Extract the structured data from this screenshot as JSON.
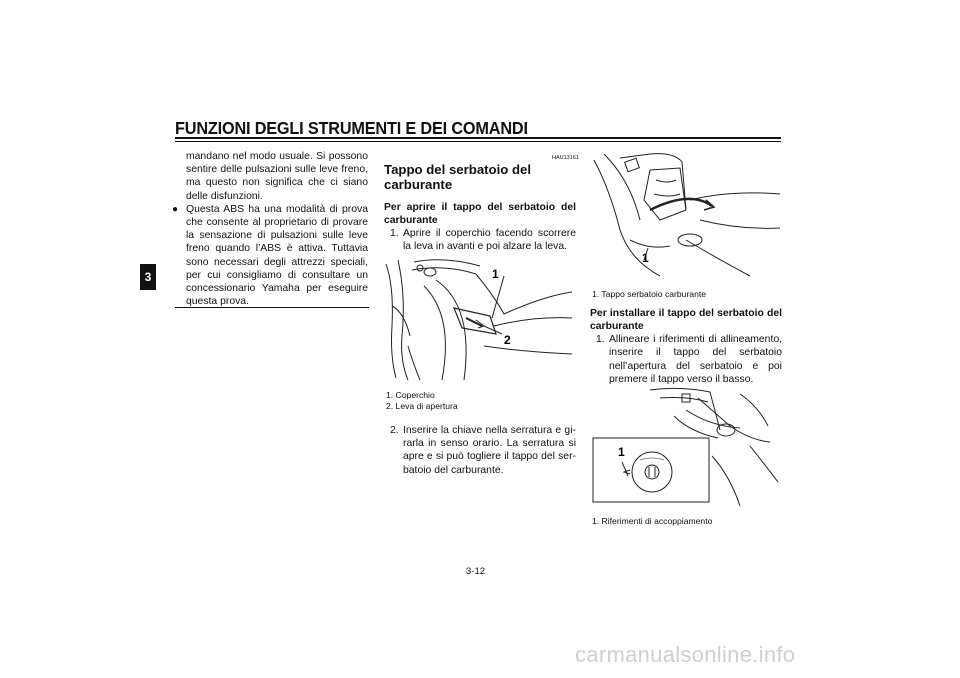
{
  "header": {
    "title": "FUNZIONI DEGLI STRUMENTI E DEI COMANDI"
  },
  "chapter_tab": "3",
  "col1": {
    "para": "mandano nel modo usuale. Si posso­no sentire delle pulsazioni sulle leve freno, ma questo non significa che ci siano delle disfunzioni.",
    "bullet_symbol": "●",
    "bullet_text": "Questa ABS ha una modalità di prova che consente al proprietario di provare la sensazione di pulsazioni sulle leve freno quando l’ABS è attiva. Tuttavia sono necessari degli attrezzi speciali, per cui consigliamo di consultare un concessionario Yamaha per eseguire questa prova."
  },
  "col2": {
    "ref_code": "HAU13161",
    "title": "Tappo del serbatoio del carburante",
    "open_heading": "Per aprire il tappo del serbatoio del car­burante",
    "step1_num": "1.",
    "step1": "Aprire il coperchio facendo scorrere la leva in avanti e poi alzare la leva.",
    "fig1_labels": [
      "1",
      "2"
    ],
    "fig1_caption": [
      "1. Coperchio",
      "2. Leva di apertura"
    ],
    "step2_num": "2.",
    "step2": "Inserire la chiave nella serratura e gi­rarla in senso orario. La serratura si apre e si può togliere il tappo del ser­batoio del carburante."
  },
  "col3": {
    "fig2_label": "1",
    "fig2_caption": "1. Tappo serbatoio carburante",
    "install_heading": "Per installare il tappo del serbatoio del carburante",
    "step1_num": "1.",
    "step1": "Allineare i riferimenti di allineamento, inserire il tappo del serbatoio nell’aper­tura del serbatoio e poi premere il tap­po verso il basso.",
    "fig3_label": "1",
    "fig3_caption": "1. Riferimenti di accoppiamento"
  },
  "page_number": "3-12",
  "watermark": "carmanualsonline.info"
}
